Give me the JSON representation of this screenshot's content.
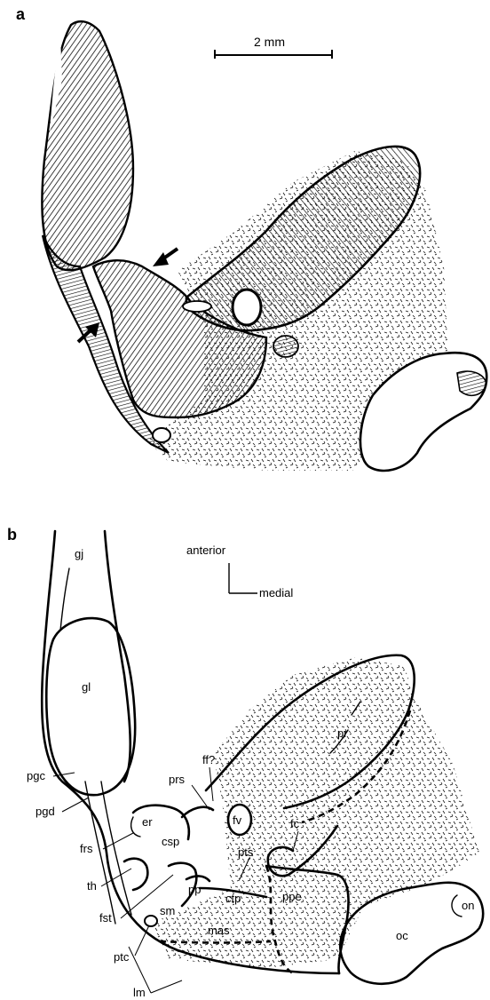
{
  "panel_a": {
    "letter": "a",
    "scale_bar_label": "2 mm"
  },
  "panel_b": {
    "letter": "b",
    "orientation": {
      "up": "anterior",
      "right": "medial"
    },
    "labels": {
      "gj": "gj",
      "gl": "gl",
      "pgc": "pgc",
      "pgd": "pgd",
      "frs": "frs",
      "th": "th",
      "fst": "fst",
      "ptc": "ptc",
      "lm": "lm",
      "er": "er",
      "csp": "csp",
      "prs": "prs",
      "ff": "ff?",
      "fv": "fv",
      "pts": "pts",
      "pp": "pp",
      "sm": "sm",
      "ctp": "ctp",
      "mas": "mas",
      "ppe": "ppe",
      "fc": "fc",
      "pr": "pr",
      "oc": "oc",
      "on": "on"
    }
  }
}
